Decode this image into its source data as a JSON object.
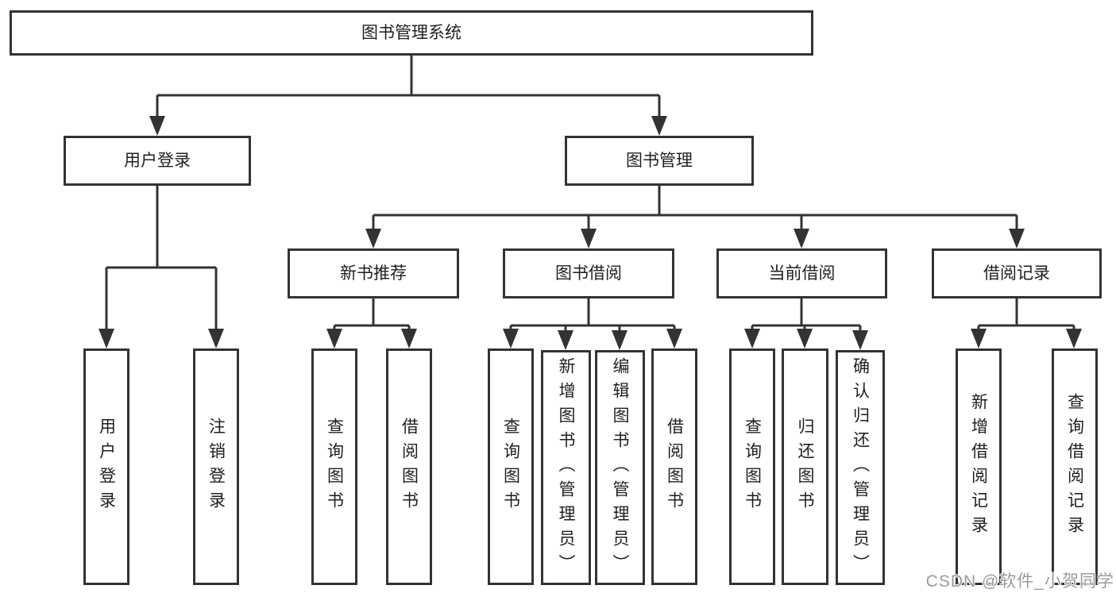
{
  "diagram": {
    "type": "tree-diagram",
    "nodes": {
      "root": "图书管理系统",
      "user_login": "用户登录",
      "book_mgmt": "图书管理",
      "new_book_rec": "新书推荐",
      "book_borrow": "图书借阅",
      "current_borrow": "当前借阅",
      "borrow_record": "借阅记录",
      "ul_user_login": "用户登录",
      "ul_logout": "注销登录",
      "nbr_query_book": "查询图书",
      "nbr_borrow_book": "借阅图书",
      "bb_query_book": "查询图书",
      "bb_add_book": "新增图书（管理员）",
      "bb_edit_book": "编辑图书（管理员）",
      "bb_borrow_book": "借阅图书",
      "cb_query_book": "查询图书",
      "cb_return_book": "归还图书",
      "cb_confirm_return": "确认归还（管理员）",
      "br_add_record": "新增借阅记录",
      "br_query_record": "查询借阅记录"
    },
    "edges": [
      [
        "root",
        "user_login"
      ],
      [
        "root",
        "book_mgmt"
      ],
      [
        "user_login",
        "ul_user_login"
      ],
      [
        "user_login",
        "ul_logout"
      ],
      [
        "book_mgmt",
        "new_book_rec"
      ],
      [
        "book_mgmt",
        "book_borrow"
      ],
      [
        "book_mgmt",
        "current_borrow"
      ],
      [
        "book_mgmt",
        "borrow_record"
      ],
      [
        "new_book_rec",
        "nbr_query_book"
      ],
      [
        "new_book_rec",
        "nbr_borrow_book"
      ],
      [
        "book_borrow",
        "bb_query_book"
      ],
      [
        "book_borrow",
        "bb_add_book"
      ],
      [
        "book_borrow",
        "bb_edit_book"
      ],
      [
        "book_borrow",
        "bb_borrow_book"
      ],
      [
        "current_borrow",
        "cb_query_book"
      ],
      [
        "current_borrow",
        "cb_return_book"
      ],
      [
        "current_borrow",
        "cb_confirm_return"
      ],
      [
        "borrow_record",
        "br_add_record"
      ],
      [
        "borrow_record",
        "br_query_record"
      ]
    ],
    "colors": {
      "line": "#333333",
      "box_border": "#333333",
      "box_background": "#ffffff",
      "text": "#1f1f1f"
    }
  },
  "watermark": {
    "text": "CSDN @软件_小贺同学",
    "color": "#9b9b9b"
  }
}
